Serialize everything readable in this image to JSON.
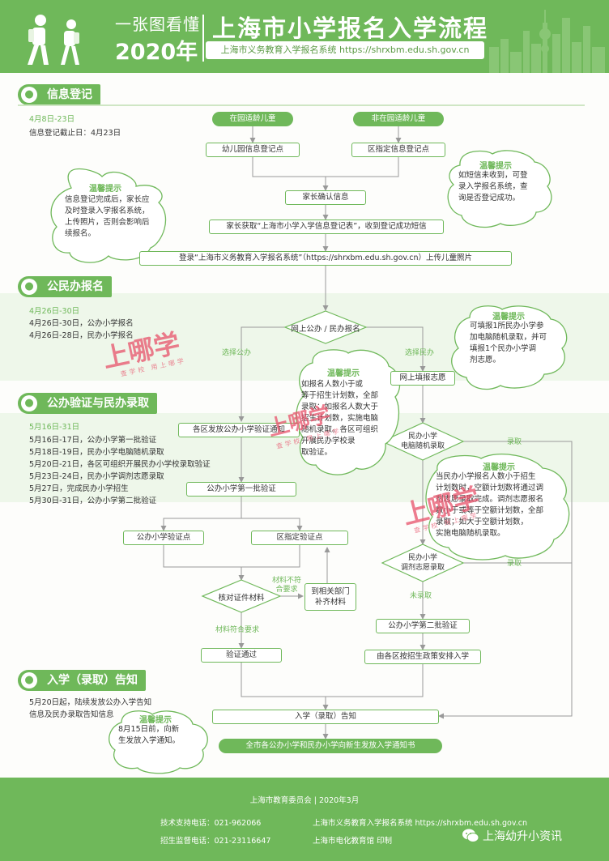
{
  "header": {
    "tagline1": "一张图看懂",
    "tagline2": "2020年",
    "title": "上海市小学报名入学流程",
    "subtitle": "上海市义务教育入学报名系统 https://shrxbm.edu.sh.gov.cn"
  },
  "sections": {
    "info": {
      "title": "信息登记",
      "date": "4月8日-23日",
      "lines": [
        "信息登记截止日：4月23日"
      ]
    },
    "register": {
      "title": "公民办报名",
      "date": "4月26日-30日",
      "lines": [
        "4月26日-30日，公办小学报名",
        "4月26日-28日，民办小学报名"
      ]
    },
    "verify": {
      "title": "公办验证与民办录取",
      "date": "5月16日-31日",
      "lines": [
        "5月16日-17日，公办小学第一批验证",
        "5月18日-19日，民办小学电脑随机录取",
        "5月20日-21日，各区可组织开展民办小学校录取验证",
        "5月23日-24日，民办小学调剂志愿录取",
        "5月27日，完成民办小学招生",
        "5月30日-31日，公办小学第二批验证"
      ]
    },
    "notice": {
      "title": "入学（录取）告知",
      "lines": [
        "5月20日起，陆续发放公办入学告知",
        "信息及民办录取告知信息"
      ]
    }
  },
  "flow": {
    "in_kinder": "在园适龄儿童",
    "not_in_kinder": "非在园适龄儿童",
    "kinder_point": "幼儿园信息登记点",
    "district_point": "区指定信息登记点",
    "parent_confirm": "家长确认信息",
    "parent_get": "家长获取“上海市小学入学信息登记表”，收到登记成功短信",
    "login": "登录“上海市义务教育入学报名系统”（https://shrxbm.edu.sh.gov.cn）上传儿童照片",
    "online_reg": "网上公办 / 民办报名",
    "choose_public": "选择公办",
    "choose_private": "选择民办",
    "fill_wish": "网上填报志愿",
    "issue_notice": "各区发放公办小学验证通知",
    "first_verify": "公办小学第一批验证",
    "public_point": "公办小学验证点",
    "district_verify_point": "区指定验证点",
    "check_docs": "核对证件材料",
    "docs_not_ok": "材料不符合要求",
    "supplement": [
      "到相关部门",
      "补齐材料"
    ],
    "docs_ok": "材料符合要求",
    "verify_pass": "验证通过",
    "private_lottery": [
      "民办小学",
      "电脑随机录取"
    ],
    "admitted": "录取",
    "not_admitted": "未录取",
    "private_adjust": [
      "民办小学",
      "调剂志愿录取"
    ],
    "second_verify": "公办小学第二批验证",
    "district_arrange": "由各区按招生政策安排入学",
    "enroll_notice": "入学（录取）告知",
    "final": "全市各公办小学和民办小学向新生发放入学通知书"
  },
  "tips": {
    "title": "温馨提示",
    "tip1": [
      "信息登记完成后，家长应",
      "及时登录入学报名系统，",
      "上传照片，否则会影响后",
      "续报名。"
    ],
    "tip2": [
      "如短信未收到，可登",
      "录入学报名系统，查",
      "询是否登记成功。"
    ],
    "tip3": [
      "可填报1所民办小学参",
      "加电脑随机录取，并可",
      "填报1个民办小学调",
      "剂志愿。"
    ],
    "tip4": [
      "如报名人数小于或",
      "等于招生计划数，全部",
      "录取；如报名人数大于",
      "招生计划数，实施电脑",
      "随机录取。各区可组织",
      "开展民办学校录",
      "取验证。"
    ],
    "tip5": [
      "当民办小学报名人数小于招生",
      "计划数时，空额计划数将通过调",
      "剂志愿录取完成。调剂志愿报名",
      "数小于或等于空额计划数，全部",
      "录取；如大于空额计划数，",
      "实施电脑随机录取。"
    ],
    "tip6": [
      "8月15日前，向新",
      "生发放入学通知。"
    ]
  },
  "watermark": {
    "brand": "上哪学",
    "slogan": "查学校 用上哪学"
  },
  "footer": {
    "org": "上海市教育委员会  |  2020年3月",
    "tech_support": "技术支持电话：021-962066",
    "supervise": "招生监督电话：021-23116647",
    "system": "上海市义务教育入学报名系统 https://shrxbm.edu.sh.gov.cn",
    "printer": "上海市电化教育馆  印制",
    "wechat": "上海幼升小资讯"
  },
  "colors": {
    "green": "#6fb85a",
    "light_green": "#eef7ea",
    "watermark": "#e8526a"
  }
}
